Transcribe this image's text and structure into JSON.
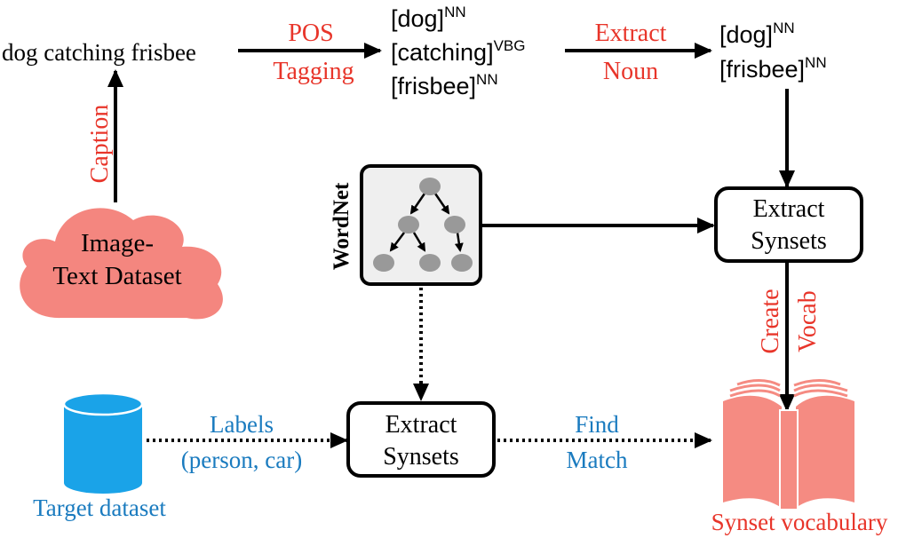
{
  "caption_text": "dog catching frisbee",
  "pos_tagging": {
    "line1": "POS",
    "line2": "Tagging"
  },
  "tagged_tokens": [
    {
      "word": "[dog]",
      "tag": "NN"
    },
    {
      "word": "[catching]",
      "tag": "VBG"
    },
    {
      "word": "[frisbee]",
      "tag": "NN"
    }
  ],
  "extract_noun": {
    "line1": "Extract",
    "line2": "Noun"
  },
  "nouns": [
    {
      "word": "[dog]",
      "tag": "NN"
    },
    {
      "word": "[frisbee]",
      "tag": "NN"
    }
  ],
  "caption_label": "Caption",
  "image_text_dataset": {
    "line1": "Image-",
    "line2": "Text Dataset"
  },
  "wordnet_label": "WordNet",
  "extract_synsets_top": {
    "line1": "Extract",
    "line2": "Synsets"
  },
  "create_vocab": {
    "line1": "Create",
    "line2": "Vocab"
  },
  "target_dataset_label": "Target dataset",
  "labels_edge": {
    "line1": "Labels",
    "line2": "(person, car)"
  },
  "extract_synsets_bottom": {
    "line1": "Extract",
    "line2": "Synsets"
  },
  "find_match": {
    "line1": "Find",
    "line2": "Match"
  },
  "synset_vocabulary_label": "Synset vocabulary",
  "colors": {
    "red_label": "#e8352a",
    "blue_label": "#1a7bbf",
    "cloud_fill": "#f4867f",
    "book_fill": "#f58b82",
    "cylinder_fill": "#1aa3e8",
    "node_fill": "#999999",
    "wordnet_bg": "#efefef"
  }
}
